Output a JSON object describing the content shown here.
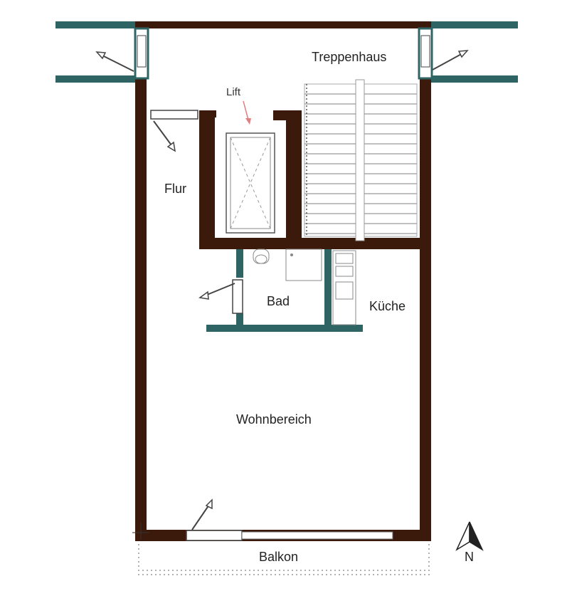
{
  "rooms": {
    "treppenhaus": "Treppenhaus",
    "lift": "Lift",
    "flur": "Flur",
    "bad": "Bad",
    "kueche": "Küche",
    "wohnbereich": "Wohnbereich",
    "balkon": "Balkon"
  },
  "compass": {
    "label": "N"
  },
  "colors": {
    "outer_wall": "#3b1a0c",
    "inner_wall": "#2f6464",
    "stair_line": "#aaaaaa",
    "balcony_border": "#999999",
    "door_arrow": "#444444",
    "lift_arrow": "#e08080"
  }
}
